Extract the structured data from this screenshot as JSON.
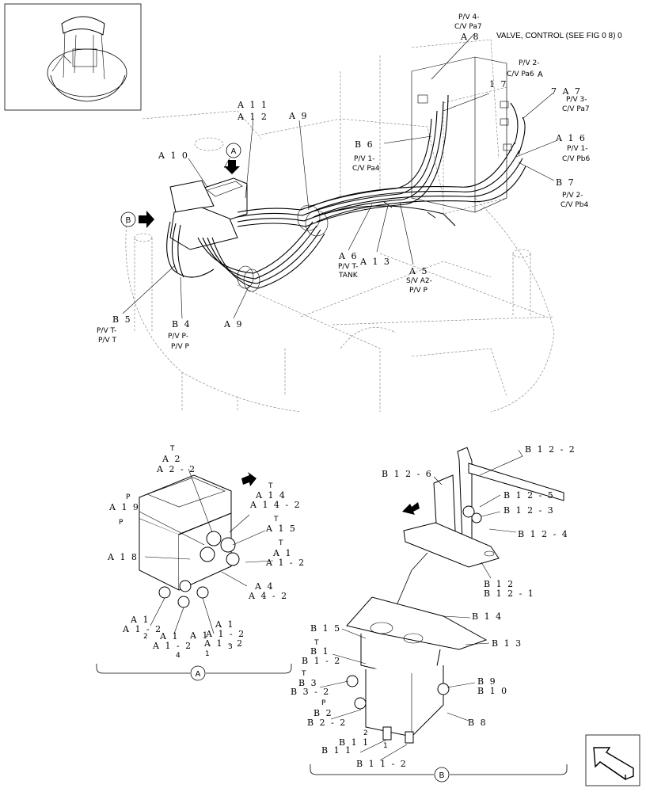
{
  "callouts": {
    "pv4": "P/V 4-",
    "cv_pa7_top": "C/V Pa7",
    "a8": "A 8",
    "valve_control": "VALVE, CONTROL (SEE FIG 0 8) 0",
    "pv2_top": "P/V 2-",
    "cv_pa6": "C/V Pa6",
    "a_big": "A",
    "n17": "1 7",
    "a7": "7 A 7",
    "pv3": "P/V 3-",
    "cv_pa7_right": "C/V Pa7",
    "a11": "A 1 1",
    "a12": "A 1 2",
    "a9_top": "A 9",
    "a10": "A 1 0",
    "b6": "B 6",
    "pv1_b6": "P/V 1-",
    "cv_pa4": "C/V Pa4",
    "a16": "A 1 6",
    "pv1_right": "P/V 1-",
    "cv_pb6": "C/V Pb6",
    "b7": "B 7",
    "pv2_b7": "P/V 2-",
    "cv_pb4": "C/V Pb4",
    "a6": "A 6",
    "pvt_tank": "P/V T-",
    "tank": "TANK",
    "a13": "A 1 3",
    "a5": "A 5",
    "sva2": "S/V A2-",
    "pvp_a5": "P/V P",
    "b5": "B 5",
    "pvt_b5": "P/V T-",
    "pvt2_b5": "P/V T",
    "b4": "B 4",
    "pvp_b4": "P/V P-",
    "pvp2_b4": "P/V P",
    "a9_bottom": "A 9",
    "circle_a": "A",
    "circle_b": "B"
  },
  "detail_a": {
    "t_top": "T",
    "a2": "A 2",
    "a2_2": "A 2 - 2",
    "p_upper": "P",
    "a19": "A 1 9",
    "p_lower": "P",
    "t_a14": "T",
    "a14": "A 1 4",
    "a14_2": "A 1 4 - 2",
    "t_a15": "T",
    "a15": "A 1 5",
    "t_a1": "T",
    "a18": "A 1 8",
    "a1_r": "A 1",
    "a1_2_r": "A 1 - 2",
    "a4": "A 4",
    "a4_2": "A 4 - 2",
    "a1_bl": "A 1",
    "a1_2_bl": "A 1 - 2",
    "a1_bm": "A 1",
    "a1_2_bm": "A 1 - 2",
    "a1_br": "A 1",
    "a1_2_br": "A 1 - 2",
    "a1_x": "A 1",
    "a1_2_x": "A 1 - 2",
    "port2": "2",
    "port4": "4",
    "port1": "1",
    "port3": "3",
    "label": "A"
  },
  "detail_b": {
    "b12_2": "B 1 2 - 2",
    "b12_6": "B 1 2 - 6",
    "b12_5": "B 1 2 - 5",
    "b12_3": "B 1 2 - 3",
    "b12_4": "B 1 2 - 4",
    "b12": "B 1 2",
    "b12_1": "B 1 2 - 1",
    "b14": "B 1 4",
    "b15": "B 1 5",
    "b13": "B 1 3",
    "t_b1": "T",
    "b1": "B 1",
    "b1_2": "B 1 - 2",
    "t_b3": "T",
    "b3": "B 3",
    "b3_2": "B 3 - 2",
    "b9": "B 9",
    "b10": "B 1 0",
    "p_b2": "P",
    "b2": "B 2",
    "b2_2": "B 2 - 2",
    "b8": "B 8",
    "port2": "2",
    "b11_a": "B 1 1",
    "port1": "1",
    "b11_b": "B 1 1",
    "b11_2": "B 1 1 - 2",
    "label": "B"
  }
}
